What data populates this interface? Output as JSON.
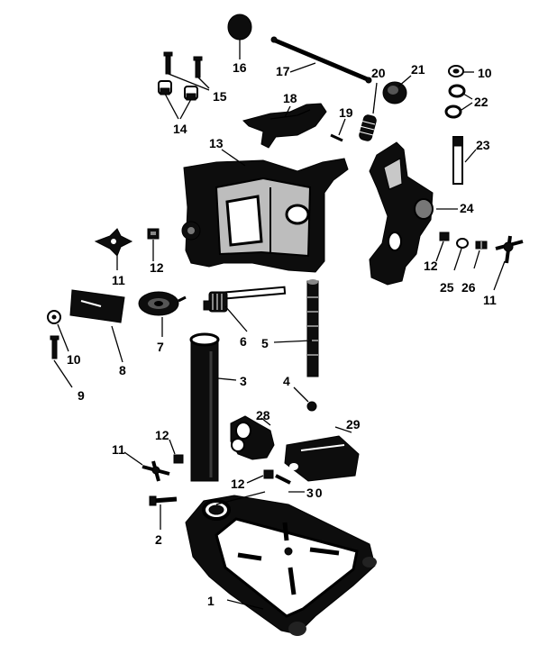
{
  "diagram": {
    "labels": [
      {
        "id": "p1",
        "text": "1"
      },
      {
        "id": "p2",
        "text": "2"
      },
      {
        "id": "p3",
        "text": "3"
      },
      {
        "id": "p4",
        "text": "4"
      },
      {
        "id": "p5",
        "text": "5"
      },
      {
        "id": "p6",
        "text": "6"
      },
      {
        "id": "p7",
        "text": "7"
      },
      {
        "id": "p8",
        "text": "8"
      },
      {
        "id": "p9",
        "text": "9"
      },
      {
        "id": "p10a",
        "text": "10"
      },
      {
        "id": "p10b",
        "text": "10"
      },
      {
        "id": "p11a",
        "text": "11"
      },
      {
        "id": "p11b",
        "text": "11"
      },
      {
        "id": "p11c",
        "text": "11"
      },
      {
        "id": "p12a",
        "text": "12"
      },
      {
        "id": "p12b",
        "text": "12"
      },
      {
        "id": "p12c",
        "text": "12"
      },
      {
        "id": "p12d",
        "text": "12"
      },
      {
        "id": "p13",
        "text": "13"
      },
      {
        "id": "p14",
        "text": "14"
      },
      {
        "id": "p15",
        "text": "15"
      },
      {
        "id": "p16",
        "text": "16"
      },
      {
        "id": "p17",
        "text": "17"
      },
      {
        "id": "p18",
        "text": "18"
      },
      {
        "id": "p19",
        "text": "19"
      },
      {
        "id": "p20",
        "text": "20"
      },
      {
        "id": "p21",
        "text": "21"
      },
      {
        "id": "p22",
        "text": "22"
      },
      {
        "id": "p23",
        "text": "23"
      },
      {
        "id": "p24",
        "text": "24"
      },
      {
        "id": "p25",
        "text": "25"
      },
      {
        "id": "p26",
        "text": "26"
      },
      {
        "id": "p28",
        "text": "28"
      },
      {
        "id": "p29",
        "text": "29"
      },
      {
        "id": "p30",
        "text": "30"
      }
    ]
  }
}
